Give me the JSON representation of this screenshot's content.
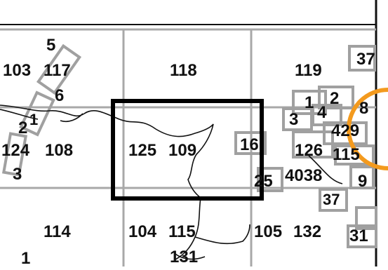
{
  "map": {
    "sheets": [
      {
        "key": "s103",
        "label": "103"
      },
      {
        "key": "s117",
        "label": "117"
      },
      {
        "key": "s118",
        "label": "118"
      },
      {
        "key": "s119",
        "label": "119"
      },
      {
        "key": "s124",
        "label": "124"
      },
      {
        "key": "s108",
        "label": "108"
      },
      {
        "key": "s125",
        "label": "125"
      },
      {
        "key": "s109",
        "label": "109"
      },
      {
        "key": "s126",
        "label": "126"
      },
      {
        "key": "s114",
        "label": "114"
      },
      {
        "key": "s104",
        "label": "104"
      },
      {
        "key": "s115",
        "label": "115"
      },
      {
        "key": "s105",
        "label": "105"
      },
      {
        "key": "s132",
        "label": "132"
      }
    ],
    "small_labels": {
      "n5": "5",
      "n6": "6",
      "n2": "2",
      "n1a": "1",
      "n3a": "3",
      "n37a": "37",
      "n1b": "1",
      "n2b": "2",
      "n8": "8",
      "n3b": "3",
      "n4": "4",
      "n429": "429",
      "n16": "16",
      "n115b": "115",
      "n25": "25",
      "n4038": "4038",
      "n9": "9",
      "n37b": "37",
      "n31": "31",
      "n131": "131",
      "n1c": "1"
    },
    "colors": {
      "grid": "#a8a8a8",
      "selection": "#000000",
      "coastline": "#000000",
      "footprint": "#a0a0a0",
      "accent": "#f39a1e"
    }
  }
}
